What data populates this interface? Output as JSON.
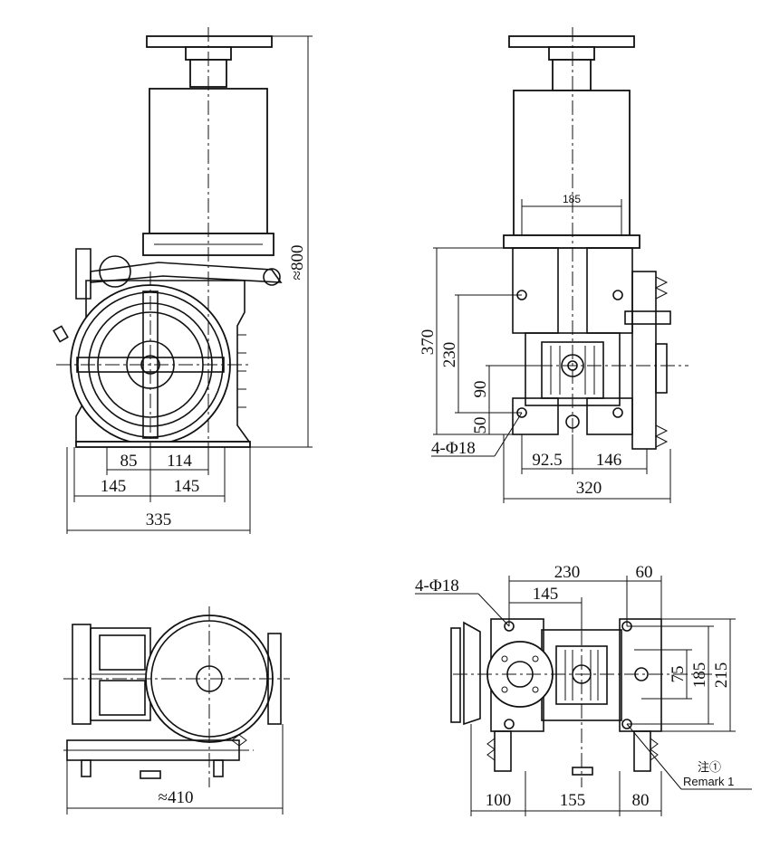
{
  "views": {
    "front": {
      "dims": {
        "height_800": "≈800",
        "d85": "85",
        "d114": "114",
        "d145a": "145",
        "d145b": "145",
        "d335": "335"
      }
    },
    "side": {
      "dims": {
        "d185": "185",
        "d370": "370",
        "d230": "230",
        "d90": "90",
        "d50": "50",
        "holes": "4-Φ18",
        "d92_5": "92.5",
        "d146": "146",
        "d320": "320"
      }
    },
    "bottom": {
      "dims": {
        "d410": "≈410"
      }
    },
    "plan": {
      "dims": {
        "holes": "4-Φ18",
        "d230": "230",
        "d60": "60",
        "d145": "145",
        "d75": "75",
        "d185": "185",
        "d215": "215",
        "d100": "100",
        "d155": "155",
        "d80": "80"
      },
      "note_cn": "注①",
      "note_en": "Remark 1"
    }
  }
}
